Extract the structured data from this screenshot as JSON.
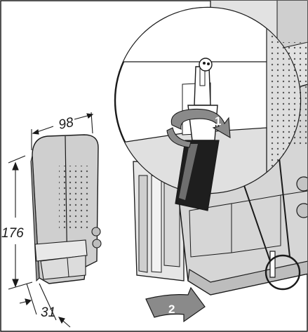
{
  "dimensions": {
    "width": "98",
    "height": "176",
    "depth": "31"
  },
  "steps": {
    "step1": "1",
    "step2": "2"
  },
  "colors": {
    "line": "#1a1a1a",
    "panel": "#d4d4d4",
    "panel_dark": "#9a9a9a",
    "arrow": "#8a8a8a"
  },
  "icons": {
    "tool": "screwdriver-icon",
    "rotate": "rotate-arrow-icon"
  }
}
